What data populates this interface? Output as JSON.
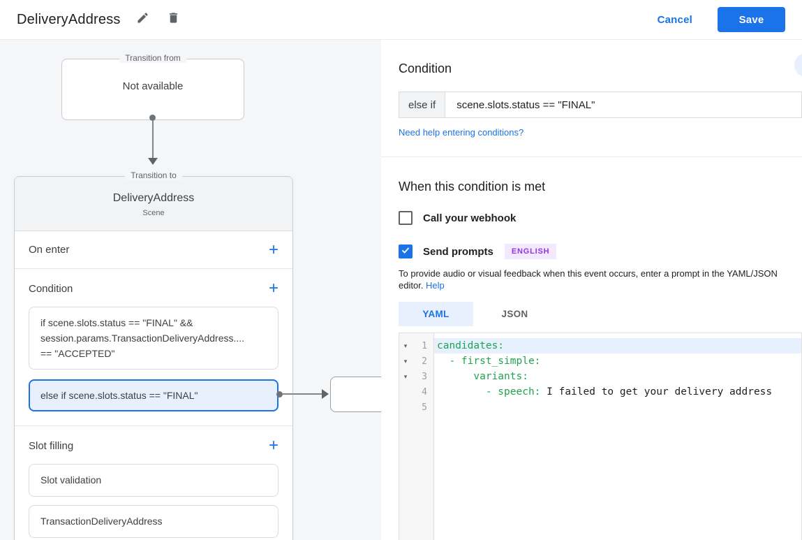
{
  "header": {
    "title": "DeliveryAddress",
    "cancel_label": "Cancel",
    "save_label": "Save"
  },
  "icons": {
    "add_glyph": "+",
    "fold_glyph": "▾"
  },
  "canvas": {
    "transition_from": {
      "label": "Transition from",
      "content": "Not available"
    },
    "scene_card": {
      "label": "Transition to",
      "title": "DeliveryAddress",
      "subtitle": "Scene",
      "on_enter_label": "On enter",
      "condition_label": "Condition",
      "condition_box1": "if scene.slots.status == \"FINAL\" &&\nsession.params.TransactionDeliveryAddress....\n== \"ACCEPTED\"",
      "condition_box2": "else if scene.slots.status == \"FINAL\"",
      "slot_filling_label": "Slot filling",
      "slot_box1": "Slot validation",
      "slot_box2": "TransactionDeliveryAddress"
    }
  },
  "panel": {
    "section_title": "Condition",
    "condition_input": {
      "prefix": "else if",
      "value": "scene.slots.status == \"FINAL\""
    },
    "help_link": "Need help entering conditions?",
    "when_title": "When this condition is met",
    "webhook_label": "Call your webhook",
    "prompts_label": "Send prompts",
    "prompts_badge": "ENGLISH",
    "helper_text": "To provide audio or visual feedback when this event occurs, enter a prompt in the YAML/JSON editor.",
    "helper_link": "Help",
    "tabs": [
      {
        "label": "YAML",
        "active": true
      },
      {
        "label": "JSON",
        "active": false
      }
    ],
    "editor": {
      "lines": [
        {
          "num": "1",
          "fold": "▾",
          "key": "candidates:",
          "text": ""
        },
        {
          "num": "2",
          "fold": "▾",
          "key": "  - first_simple:",
          "text": ""
        },
        {
          "num": "3",
          "fold": "▾",
          "key": "      variants:",
          "text": ""
        },
        {
          "num": "4",
          "fold": "",
          "key": "        - speech:",
          "text": " I failed to get your delivery address"
        },
        {
          "num": "5",
          "fold": "",
          "key": "",
          "text": ""
        }
      ]
    }
  },
  "colors": {
    "accent": "#1a73e8",
    "selected_bg": "#e8f0fe",
    "badge_bg": "#f3e8fd",
    "badge_text": "#9334e6",
    "yaml_key_green": "#1ea44e",
    "canvas_bg": "#f5f6f8"
  }
}
